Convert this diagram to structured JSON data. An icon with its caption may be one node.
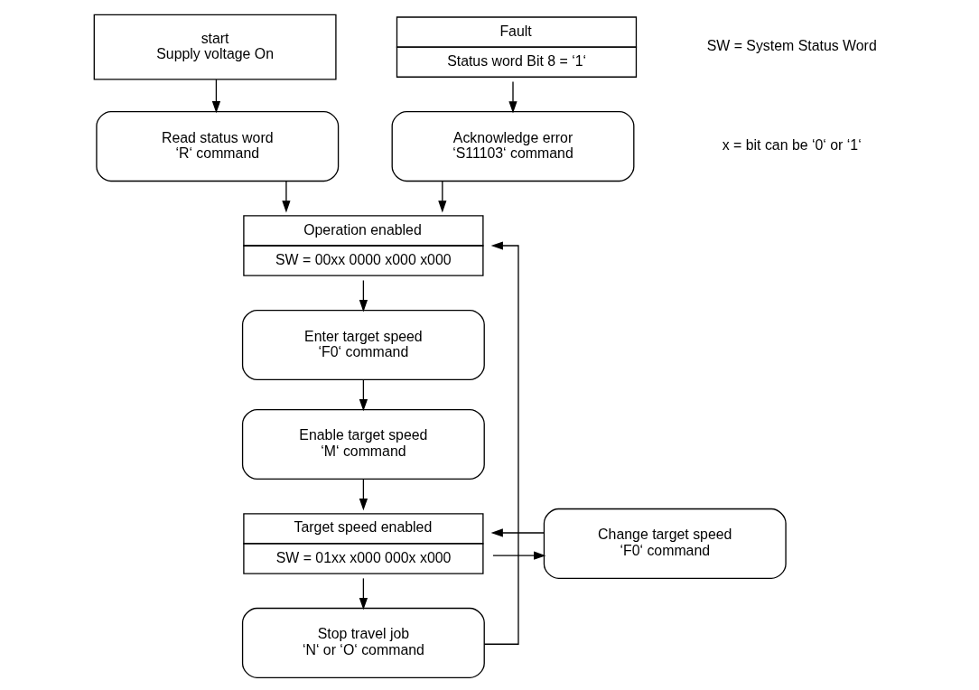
{
  "diagram": {
    "nodes": [
      {
        "text": [
          "start",
          "Supply voltage On"
        ]
      },
      {
        "text": [
          "Fault",
          "Status word Bit 8 = ‘1‘"
        ]
      },
      {
        "text": [
          "Read status word",
          "‘R‘ command"
        ]
      },
      {
        "text": [
          "Acknowledge error",
          "‘S11103‘ command"
        ]
      },
      {
        "text": [
          "Operation enabled",
          "SW = 00xx 0000 x000 x000"
        ]
      },
      {
        "text": [
          "Enter target speed",
          "‘F0‘ command"
        ]
      },
      {
        "text": [
          "Enable target speed",
          "‘M‘ command"
        ]
      },
      {
        "text": [
          "Change target speed",
          "‘F0‘ command"
        ]
      },
      {
        "text": [
          "Target speed enabled",
          "SW = 01xx x000 000x x000"
        ]
      },
      {
        "text": [
          "Stop travel job",
          "‘N‘ or ‘O‘ command"
        ]
      }
    ],
    "edges": [
      {
        "from": 0,
        "to": 2,
        "arrow": "to"
      },
      {
        "from": 1,
        "to": 3,
        "arrow": "to"
      },
      {
        "from": 2,
        "to": 4,
        "arrow": "to"
      },
      {
        "from": 3,
        "to": 4,
        "arrow": "to"
      },
      {
        "from": 4,
        "to": 5,
        "arrow": "to"
      },
      {
        "from": 5,
        "to": 6,
        "arrow": "to"
      },
      {
        "from": 6,
        "to": 8,
        "arrow": "to"
      },
      {
        "from": 8,
        "to": 7,
        "arrow": "to"
      },
      {
        "from": 7,
        "to": 8,
        "arrow": "to"
      },
      {
        "from": 8,
        "to": 9,
        "arrow": "to"
      },
      {
        "from": 9,
        "to": 4,
        "arrow": "to"
      }
    ],
    "labels": [
      "SW = System Status Word",
      "x = bit can be ‘0‘ or ‘1‘"
    ]
  }
}
